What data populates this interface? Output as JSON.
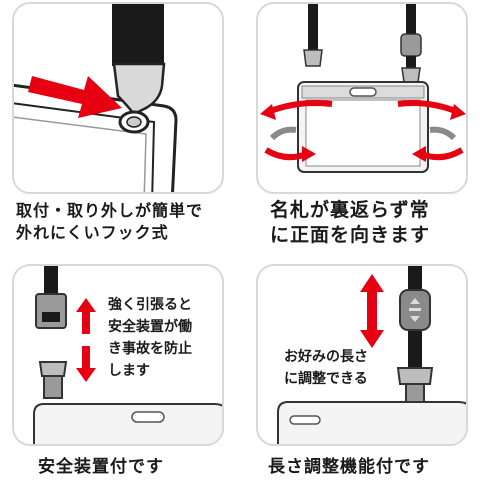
{
  "panels": {
    "hook": {
      "caption_line1": "取付・取り外しが簡単で",
      "caption_line2": "外れにくいフック式",
      "colors": {
        "arrow": "#e60012",
        "strap": "#1a1a1a"
      }
    },
    "rotation": {
      "caption_line1": "名札が裏返らず常",
      "caption_line2": "に正面を向きます",
      "colors": {
        "arrow": "#e60012",
        "gray_arrow": "#8a8a8a"
      }
    },
    "safety": {
      "text_lines": [
        "強く引張ると",
        "安全装置が働",
        "き事故を防止",
        "します"
      ],
      "caption": "安全装置付です",
      "colors": {
        "arrow": "#e60012"
      }
    },
    "adjust": {
      "text_lines": [
        "お好みの長さ",
        "に調整できる"
      ],
      "caption": "長さ調整機能付です",
      "colors": {
        "arrow": "#e60012"
      }
    }
  }
}
